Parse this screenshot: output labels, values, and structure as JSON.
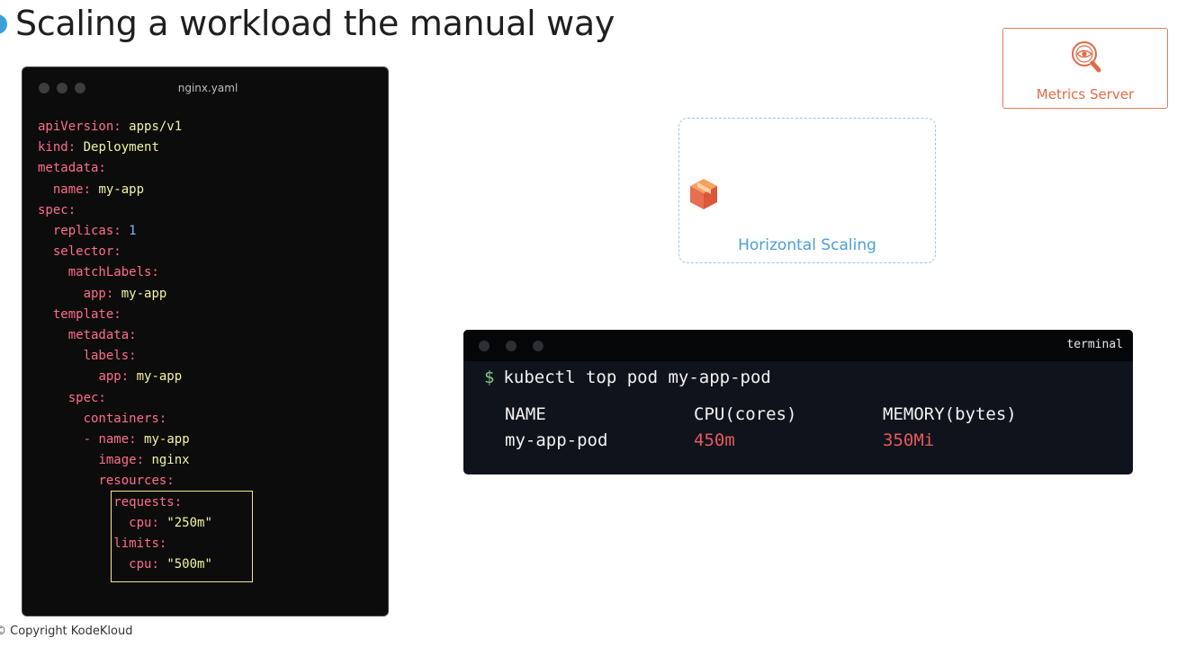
{
  "slide": {
    "title": "Scaling a workload the manual way",
    "copyright": "© Copyright KodeKloud"
  },
  "editor": {
    "filename": "nginx.yaml",
    "lines": {
      "l1k": "apiVersion:",
      "l1v": "apps/v1",
      "l2k": "kind:",
      "l2v": "Deployment",
      "l3k": "metadata:",
      "l4k": "name:",
      "l4v": "my-app",
      "l5k": "spec:",
      "l6k": "replicas:",
      "l6v": "1",
      "l7k": "selector:",
      "l8k": "matchLabels:",
      "l9k": "app:",
      "l9v": "my-app",
      "l10k": "template:",
      "l11k": "metadata:",
      "l12k": "labels:",
      "l13k": "app:",
      "l13v": "my-app",
      "l14k": "spec:",
      "l15k": "containers:",
      "l16d": "-",
      "l16k": "name:",
      "l16v": "my-app",
      "l17k": "image:",
      "l17v": "nginx",
      "l18k": "resources:",
      "l19k": "requests:",
      "l20k": "cpu:",
      "l20v": "\"250m\"",
      "l21k": "limits:",
      "l22k": "cpu:",
      "l22v": "\"500m\""
    }
  },
  "metrics_server": {
    "label": "Metrics Server",
    "icon": "magnifier-eye-icon",
    "color": "#e06a48"
  },
  "horizontal_scaling": {
    "label": "Horizontal Scaling",
    "icon": "pod-cube-icon",
    "color": "#4a9fd8"
  },
  "terminal": {
    "title": "terminal",
    "prompt": "$",
    "command": "kubectl top pod my-app-pod",
    "headers": [
      "NAME",
      "CPU(cores)",
      "MEMORY(bytes)"
    ],
    "row": [
      "my-app-pod",
      "450m",
      "350Mi"
    ]
  }
}
